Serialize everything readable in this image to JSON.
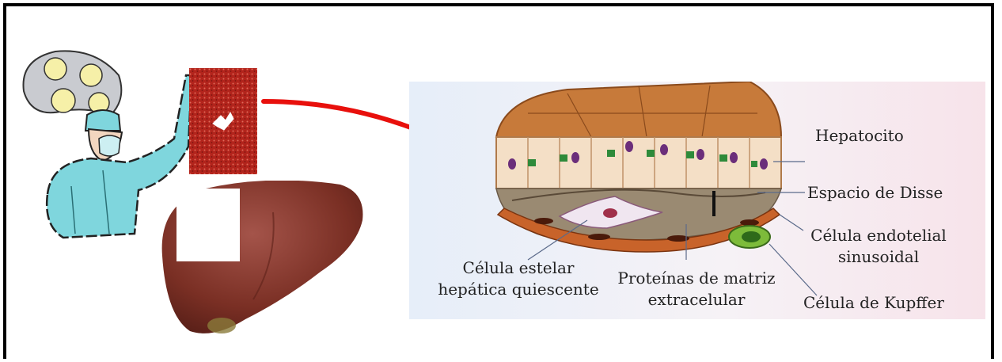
{
  "labels": {
    "hepatocyte": "Hepatocito",
    "disse_space": "Espacio de Disse",
    "endothelial_line1": "Célula endotelial",
    "endothelial_line2": "sinusoidal",
    "kupffer": "Célula de Kupffer",
    "stellate_line1": "Célula estelar",
    "stellate_line2": "hepática quiescente",
    "ecm_line1": "Proteínas de matriz",
    "ecm_line2": "extracelular"
  },
  "colors": {
    "frame": "#000000",
    "arrow": "#e8100c",
    "liver": "#7a2f24",
    "biopsy": "#b2241c",
    "scrubs": "#7fd6dd",
    "hepatocyte_fill": "#f4dfc6",
    "nucleus": "#6b2e7a",
    "kupffer_cell": "#7dbb3a",
    "stellate_cell": "#f0e6f0"
  },
  "icons": [
    "surgical-lamp-icon",
    "surgeon-icon",
    "liver-biopsy-icon",
    "liver-icon",
    "arrow-icon"
  ]
}
